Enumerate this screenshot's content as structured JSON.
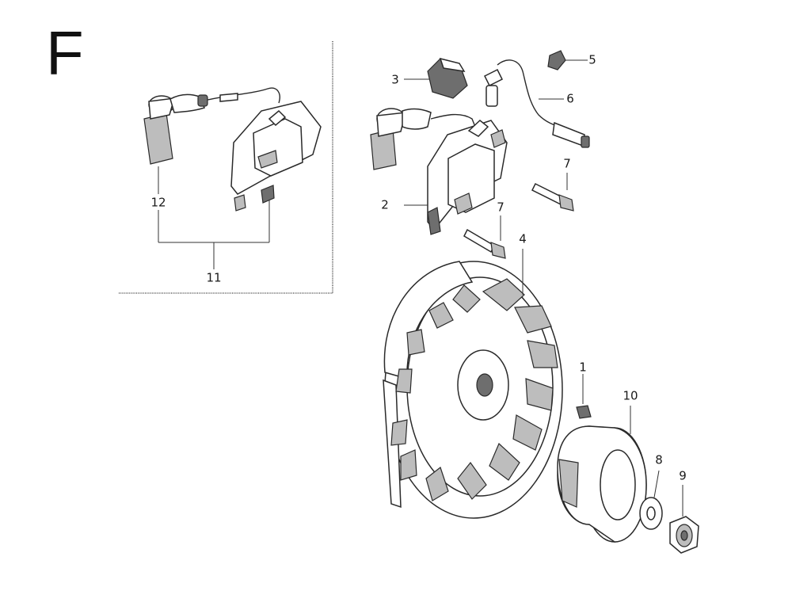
{
  "section_letter": "F",
  "callouts": {
    "c1": "1",
    "c2": "2",
    "c3": "3",
    "c4": "4",
    "c5": "5",
    "c6": "6",
    "c7a": "7",
    "c7b": "7",
    "c8": "8",
    "c9": "9",
    "c10": "10",
    "c11": "11",
    "c12": "12"
  }
}
